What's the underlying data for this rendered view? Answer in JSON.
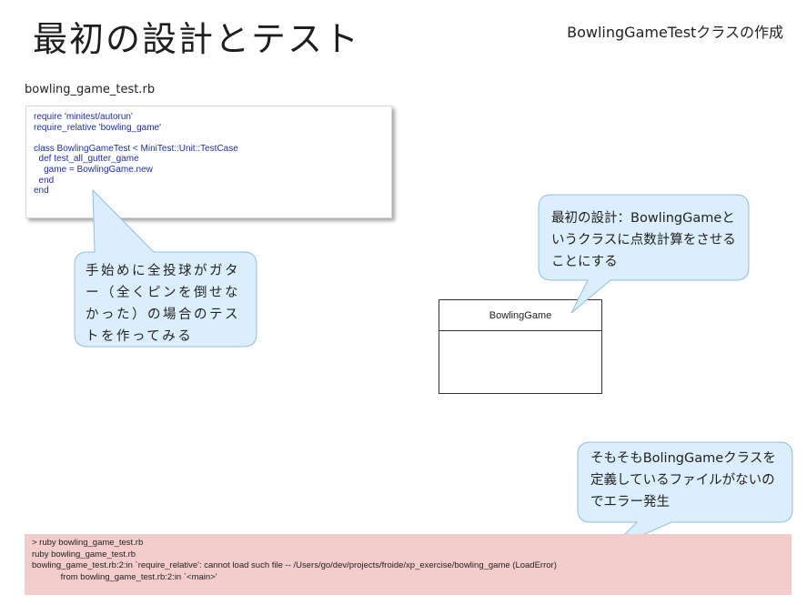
{
  "slide": {
    "title": "最初の設計とテスト",
    "subtitle": "BowlingGameTestクラスの作成",
    "filename": "bowling_game_test.rb"
  },
  "code": {
    "lines": [
      "require 'minitest/autorun'",
      "require_relative 'bowling_game'",
      "",
      "class BowlingGameTest < MiniTest::Unit::TestCase",
      "  def test_all_gutter_game",
      "    game = BowlingGame.new",
      "  end",
      "end"
    ]
  },
  "callouts": {
    "c1": "手始めに全投球がガター（全くピンを倒せなかった）の場合のテストを作ってみる",
    "c2": "最初の設計：BowlingGameというクラスに点数計算をさせることにする",
    "c3": "そもそもBolingGameクラスを定義しているファイルがないのでエラー発生"
  },
  "uml": {
    "class_name": "BowlingGame"
  },
  "terminal": {
    "lines": [
      "> ruby bowling_game_test.rb",
      "ruby bowling_game_test.rb",
      "bowling_game_test.rb:2:in `require_relative': cannot load such file -- /Users/go/dev/projects/froide/xp_exercise/bowling_game (LoadError)",
      "            from bowling_game_test.rb:2:in `<main>'"
    ]
  },
  "colors": {
    "callout_fill": "#dbeefb",
    "callout_stroke": "#8fbfe0",
    "terminal_bg": "#f4cccc",
    "code_text": "#1f2fa3"
  }
}
